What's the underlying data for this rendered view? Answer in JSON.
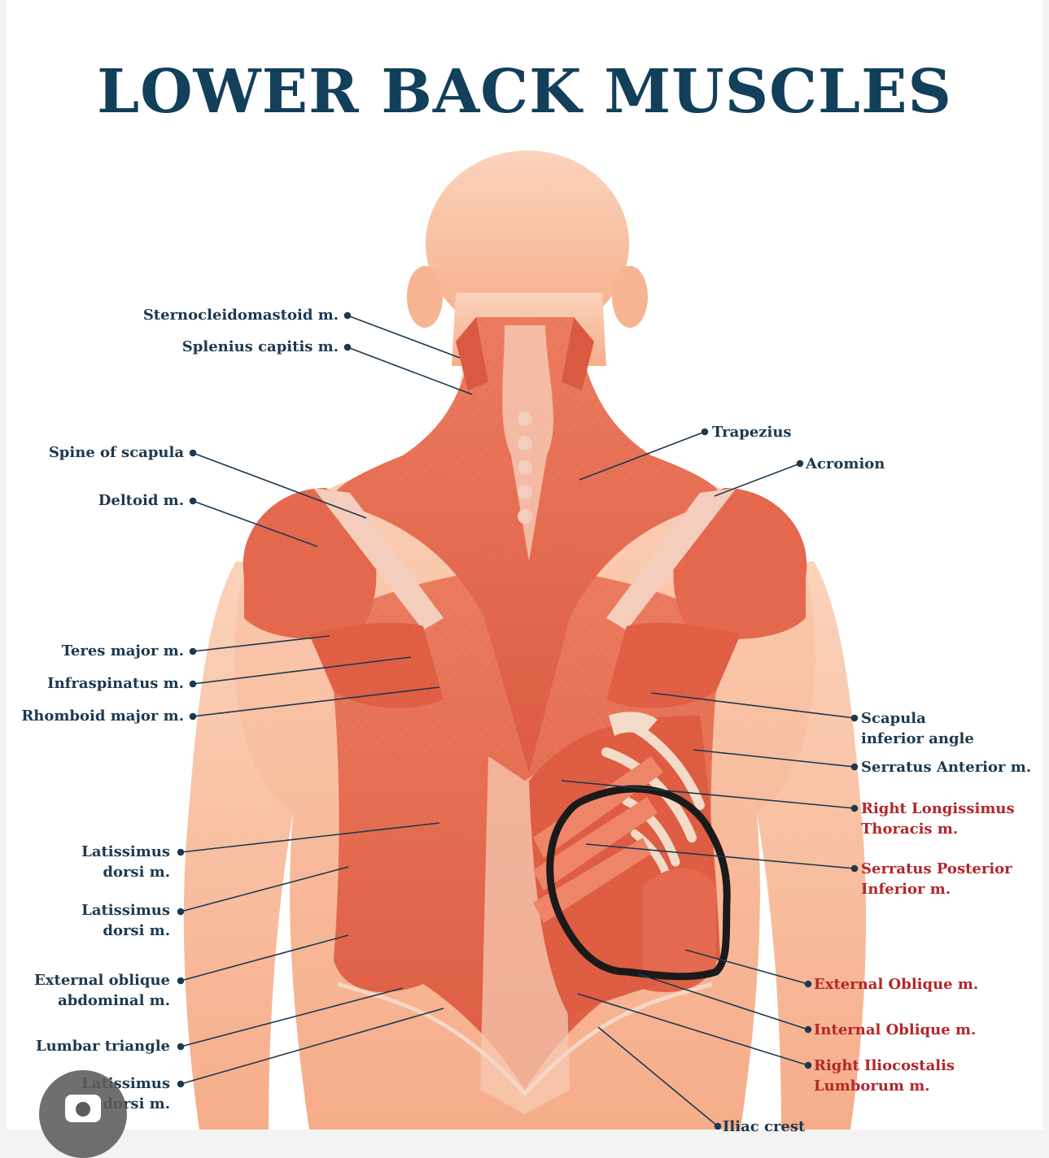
{
  "title": "LOWER BACK MUSCLES",
  "labels_left": {
    "sternocleidomastoid": "Sternocleidomastoid m.",
    "splenius_capitis": "Splenius capitis m.",
    "spine_of_scapula": "Spine of scapula",
    "deltoid": "Deltoid m.",
    "teres_major": "Teres major m.",
    "infraspinatus": "Infraspinatus m.",
    "rhomboid_major": "Rhomboid major m.",
    "latissimus_dorsi_1": "Latissimus\ndorsi m.",
    "latissimus_dorsi_2": "Latissimus\ndorsi m.",
    "external_oblique_abdominal": "External oblique\nabdominal m.",
    "lumbar_triangle": "Lumbar triangle",
    "latissimus_dorsi_3": "Latissimus\ndorsi m."
  },
  "labels_right": {
    "trapezius": "Trapezius",
    "acromion": "Acromion",
    "scapula_inferior_angle": "Scapula\ninferior angle",
    "serratus_anterior": "Serratus Anterior m.",
    "right_longissimus_thoracis": "Right Longissimus\nThoracis m.",
    "serratus_posterior_inferior": "Serratus Posterior\nInferior m.",
    "external_oblique": "External Oblique m.",
    "internal_oblique": "Internal Oblique m.",
    "right_iliocostalis_lumborum": "Right Iliocostalis\nLumborum m.",
    "iliac_crest": "Iliac crest"
  },
  "colors": {
    "title": "#123f5a",
    "label_dark": "#1c3950",
    "label_red": "#b3262a",
    "skin": "#f7b895",
    "muscle": "#e2674c",
    "muscle_light": "#f08a6c",
    "bone": "#f2dcc8",
    "highlight_stroke": "#1a1a1a"
  },
  "icons": {
    "lens": "camera-lens-icon"
  }
}
